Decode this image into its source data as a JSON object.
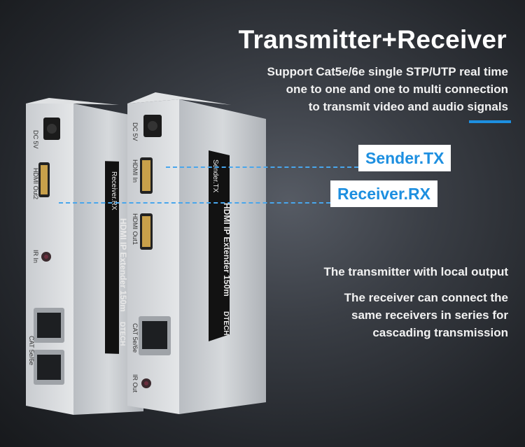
{
  "heading": {
    "title": "Transmitter+Receiver",
    "subtitle_lines": [
      "Support Cat5e/6e single STP/UTP real time",
      "one to one and one to multi connection",
      "to transmit video and audio signals"
    ]
  },
  "labels": {
    "sender": "Sender.TX",
    "receiver": "Receiver.RX"
  },
  "descriptions": {
    "line1": "The transmitter with local output",
    "line2": [
      "The receiver can connect the",
      "same receivers in series for",
      "cascading transmission"
    ]
  },
  "receiver_device": {
    "ports": [
      "DC 5V",
      "HDMI Out2",
      "IR In",
      "CAT 5e/6e"
    ],
    "side_label": "Receiver.RX",
    "brand": "DTECH",
    "model": "HDMI IP Extender 150m"
  },
  "sender_device": {
    "ports": [
      "DC 5V",
      "HDMI In",
      "HDMI Out1",
      "CAT 5e/6e",
      "IR Out"
    ],
    "side_label": "Sender.TX",
    "brand": "DTECH",
    "model": "HDMI IP Extender 150m"
  },
  "colors": {
    "accent": "#1d8fe0",
    "background": "#2c3036"
  }
}
